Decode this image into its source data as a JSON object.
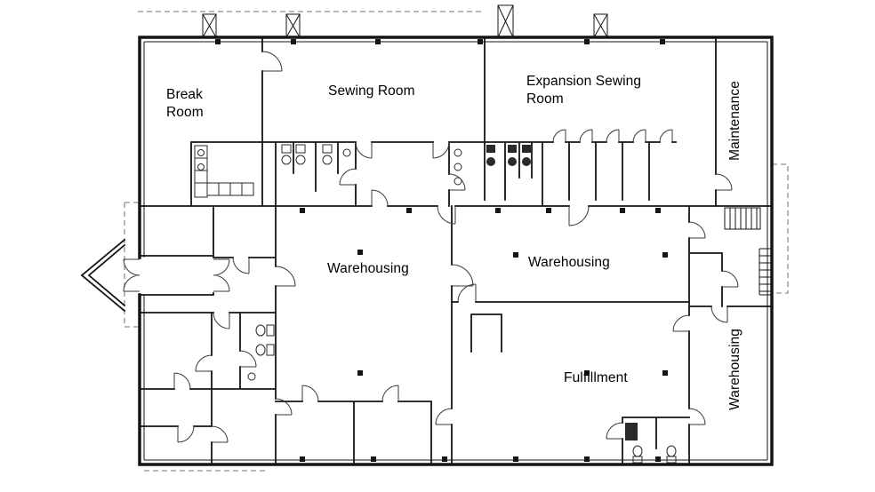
{
  "colors": {
    "wall": "#151515",
    "dashed": "#8f8f8f",
    "background": "#ffffff",
    "text": "#000000"
  },
  "rooms": {
    "break_room": "Break Room",
    "sewing_room": "Sewing Room",
    "expansion_sewing_room": "Expansion Sewing Room",
    "maintenance": "Maintenance",
    "warehousing_left": "Warehousing",
    "warehousing_right": "Warehousing",
    "fulfillment": "Fulfillment",
    "warehousing_side": "Warehousing"
  }
}
